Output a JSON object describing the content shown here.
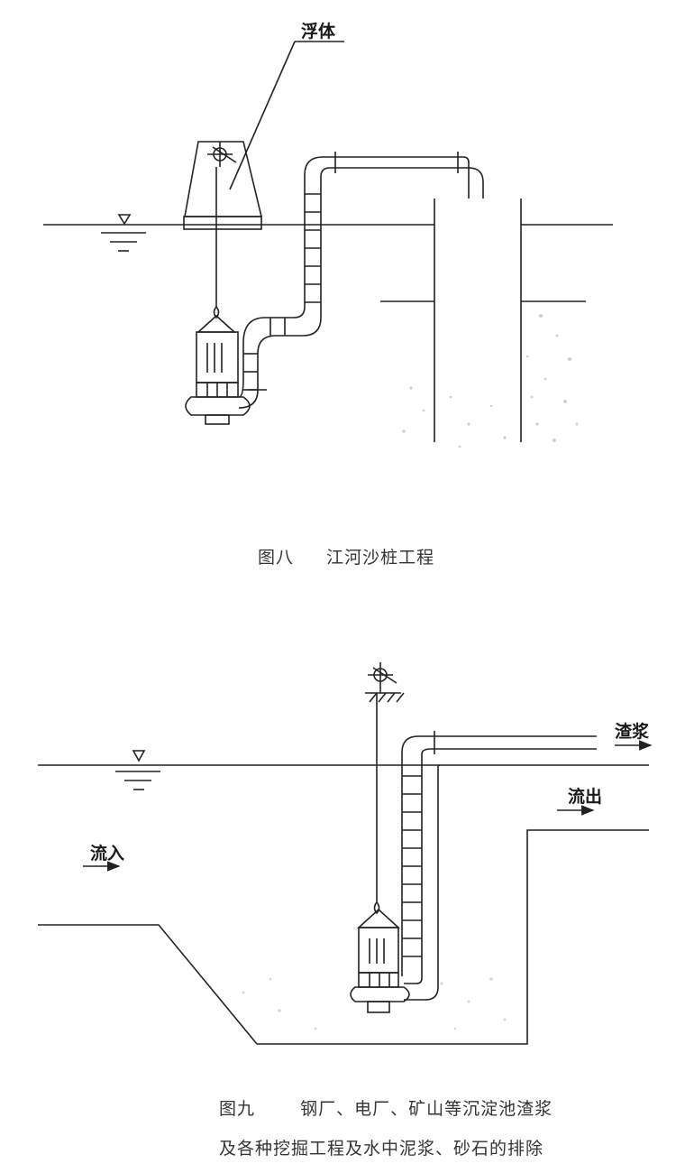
{
  "figure8": {
    "float_label": "浮体",
    "caption_number": "图八",
    "caption_title": "江河沙桩工程"
  },
  "figure9": {
    "slurry_label": "渣浆",
    "outflow_label": "流出",
    "inflow_label": "流入",
    "caption_number": "图九",
    "caption_line1": "钢厂、电厂、矿山等沉淀池渣浆",
    "caption_line2": "及各种挖掘工程及水中泥浆、砂石的排除"
  }
}
